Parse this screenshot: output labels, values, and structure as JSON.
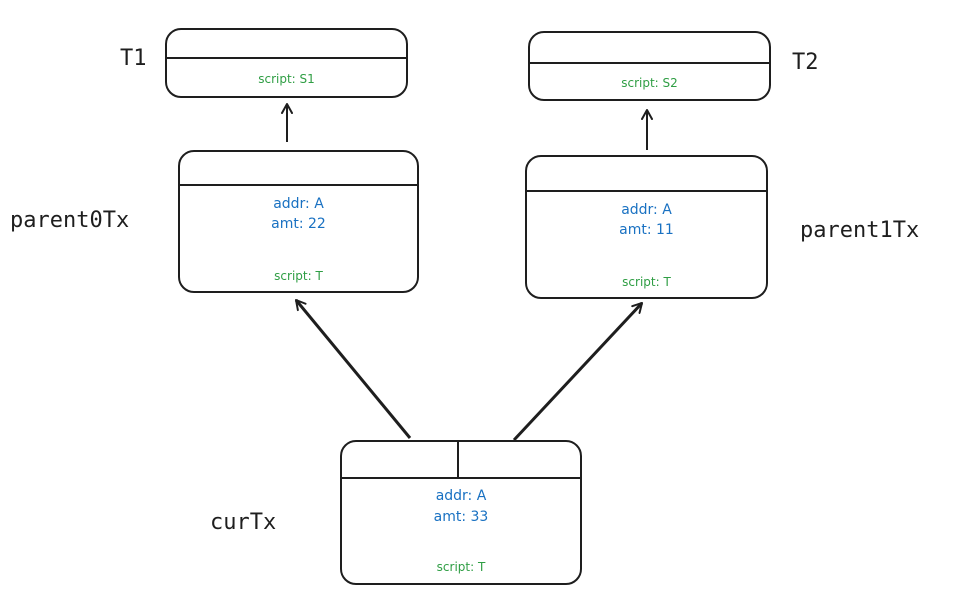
{
  "nodes": {
    "t1": {
      "label": "T1",
      "script": "script: S1"
    },
    "t2": {
      "label": "T2",
      "script": "script: S2"
    },
    "parent0": {
      "label": "parent0Tx",
      "addr": "addr: A",
      "amt": "amt: 22",
      "script": "script: T"
    },
    "parent1": {
      "label": "parent1Tx",
      "addr": "addr: A",
      "amt": "amt: 11",
      "script": "script: T"
    },
    "cur": {
      "label": "curTx",
      "addr": "addr: A",
      "amt": "amt: 33",
      "script": "script: T"
    }
  },
  "colors": {
    "stroke": "#1e1e1e",
    "field_blue": "#1971c2",
    "field_green": "#2f9e44"
  }
}
